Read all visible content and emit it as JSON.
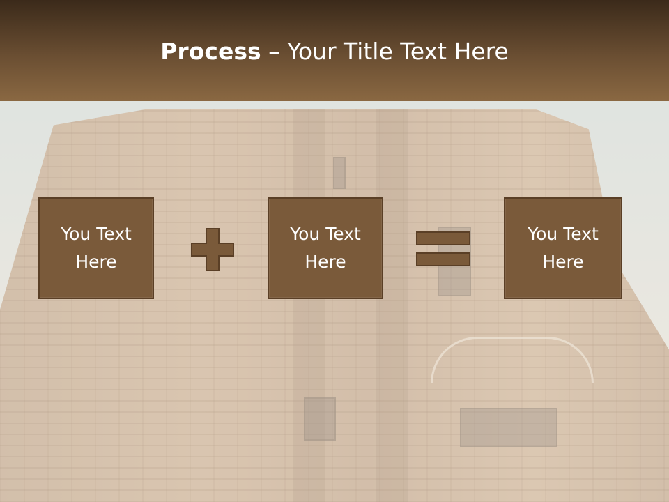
{
  "slide": {
    "title_bold": "Process",
    "title_rest": " – Your Title Text Here"
  },
  "boxes": [
    {
      "label_line1": "You Text",
      "label_line2": "Here"
    },
    {
      "label_line1": "You Text",
      "label_line2": "Here"
    },
    {
      "label_line1": "You Text",
      "label_line2": "Here"
    }
  ],
  "operators": [
    "plus-icon",
    "equals-icon"
  ],
  "colors": {
    "header_top": "#3b2a1a",
    "header_bottom": "#8a6842",
    "box_fill": "#7a5a3a",
    "box_border": "#5a3f26",
    "text": "#ffffff"
  }
}
